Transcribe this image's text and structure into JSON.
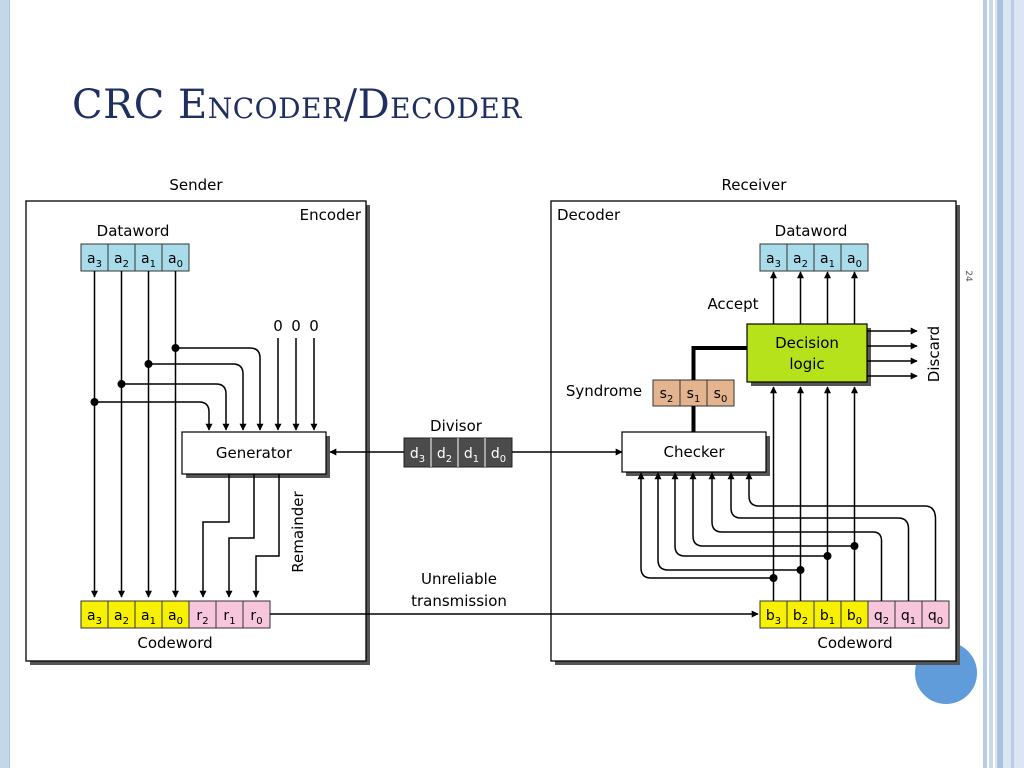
{
  "slide": {
    "title": "CRC Encoder/Decoder",
    "side_number": "24"
  },
  "colors": {
    "title": "#1f2f5f",
    "dataword_cell": "#a9dcea",
    "codeword_data_cell": "#f7f000",
    "remainder_cell": "#f8c6dc",
    "syndrome_cell": "#e3b48e",
    "divisor_cell": "#4b4b4b",
    "decision_logic": "#b6e21c",
    "accent_circle": "#5f9cd9"
  },
  "sender": {
    "label": "Sender",
    "box_label": "Encoder",
    "dataword_label": "Dataword",
    "dataword": [
      "a3",
      "a2",
      "a1",
      "a0"
    ],
    "zeros": [
      "0",
      "0",
      "0"
    ],
    "generator_label": "Generator",
    "remainder_label": "Remainder",
    "codeword_data": [
      "a3",
      "a2",
      "a1",
      "a0"
    ],
    "codeword_remainder": [
      "r2",
      "r1",
      "r0"
    ],
    "codeword_label": "Codeword"
  },
  "divisor": {
    "label": "Divisor",
    "cells": [
      "d3",
      "d2",
      "d1",
      "d0"
    ]
  },
  "channel": {
    "line1": "Unreliable",
    "line2": "transmission"
  },
  "receiver": {
    "label": "Receiver",
    "box_label": "Decoder",
    "dataword_label": "Dataword",
    "dataword": [
      "a3",
      "a2",
      "a1",
      "a0"
    ],
    "accept_label": "Accept",
    "decision_line1": "Decision",
    "decision_line2": "logic",
    "discard_label": "Discard",
    "syndrome_label": "Syndrome",
    "syndrome": [
      "s2",
      "s1",
      "s0"
    ],
    "checker_label": "Checker",
    "codeword_data": [
      "b3",
      "b2",
      "b1",
      "b0"
    ],
    "codeword_remainder": [
      "q2",
      "q1",
      "q0"
    ],
    "codeword_label": "Codeword"
  }
}
